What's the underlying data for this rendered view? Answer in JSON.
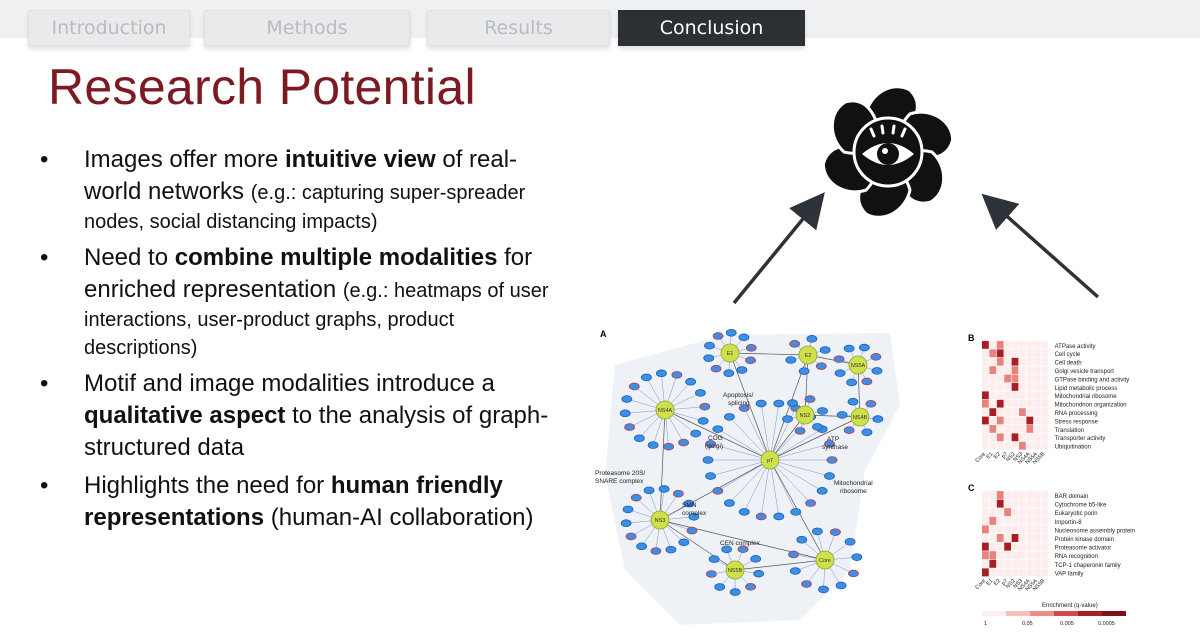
{
  "tabs": [
    {
      "label": "Introduction",
      "active": false
    },
    {
      "label": "Methods",
      "active": false
    },
    {
      "label": "Results",
      "active": false
    },
    {
      "label": "Conclusion",
      "active": true
    }
  ],
  "title": "Research Potential",
  "bullets": [
    {
      "t1": "Images offer more ",
      "b1": "intuitive view",
      "t2": " of real-world networks ",
      "s1": "(e.g.: capturing super-spreader nodes, social distancing impacts)"
    },
    {
      "t1": "Need to ",
      "b1": "combine multiple modalities",
      "t2": " for enriched representation ",
      "s1": "(e.g.: heatmaps of user interactions, user-product graphs, product descriptions)"
    },
    {
      "t1": "Motif and image modalities introduce a ",
      "b1": "qualitative aspect",
      "t2": " to the analysis of graph-structured data",
      "s1": ""
    },
    {
      "t1": "Highlights the need for ",
      "b1": "human friendly representations",
      "t2": " (human-AI collaboration)",
      "s1": ""
    }
  ],
  "figure": {
    "panel_a": "A",
    "panel_b": "B",
    "panel_c": "C",
    "nodes": {
      "e1": "E1",
      "e2": "E2",
      "ns5a": "NS5A",
      "ns4a": "NS4A",
      "ns2": "NS2",
      "ns4b": "NS4B",
      "p7": "p7",
      "ns3": "NS3",
      "ns5b": "NS5B",
      "core": "Core"
    },
    "clusters": {
      "apoptosis": [
        "Apoptosis/",
        "splicing"
      ],
      "cog": [
        "COG",
        "(golgi)"
      ],
      "atp": [
        "ATP",
        "synthase"
      ],
      "proteasome": [
        "Proteasome 20S/",
        "SNARE complex"
      ],
      "smn": [
        "SMN",
        "complex"
      ],
      "mito": [
        "Mitochondrial",
        "ribosome"
      ],
      "cen": "CEN complex"
    },
    "b_terms": [
      "ATPase activity",
      "Cell cycle",
      "Cell death",
      "Golgi vesicle transport",
      "GTPase binding and activity",
      "Lipid metabolic process",
      "Mitochondrial ribosome",
      "Mitochondrion organization",
      "RNA processing",
      "Stress response",
      "Translation",
      "Transporter activity",
      "Ubiquitination"
    ],
    "c_terms": [
      "BAR domain",
      "Cytochrome b5-like",
      "Eukaryotic porin",
      "Importin-8",
      "Nucleosome assembly protein",
      "Protein kinase domain",
      "Proteasome activator",
      "RNA recognition",
      "TCP-1 chaperonin family",
      "VAP family"
    ],
    "col_labels": [
      "Core",
      "E1",
      "E2",
      "p7",
      "NS2",
      "NS3",
      "NS4A",
      "NS5A",
      "NS5B"
    ],
    "b_cells": [
      [
        1,
        0,
        1,
        0,
        0,
        0,
        0,
        0,
        0
      ],
      [
        0,
        1,
        1,
        0,
        0,
        0,
        0,
        0,
        0
      ],
      [
        0,
        0,
        1,
        0,
        1,
        0,
        0,
        0,
        0
      ],
      [
        0,
        1,
        0,
        0,
        1,
        0,
        0,
        0,
        0
      ],
      [
        0,
        0,
        0,
        1,
        1,
        0,
        0,
        0,
        0
      ],
      [
        0,
        0,
        0,
        0,
        1,
        0,
        0,
        0,
        0
      ],
      [
        1,
        0,
        0,
        0,
        0,
        0,
        0,
        0,
        0
      ],
      [
        1,
        0,
        1,
        0,
        0,
        0,
        0,
        0,
        0
      ],
      [
        0,
        1,
        0,
        0,
        0,
        1,
        0,
        0,
        0
      ],
      [
        1,
        0,
        1,
        0,
        0,
        0,
        1,
        0,
        0
      ],
      [
        0,
        1,
        0,
        0,
        0,
        0,
        1,
        0,
        0
      ],
      [
        0,
        0,
        1,
        0,
        1,
        0,
        0,
        0,
        0
      ],
      [
        0,
        0,
        0,
        0,
        0,
        1,
        0,
        0,
        0
      ]
    ],
    "c_cells": [
      [
        0,
        0,
        1,
        0,
        0,
        0,
        0,
        0,
        0
      ],
      [
        0,
        0,
        1,
        0,
        0,
        0,
        0,
        0,
        0
      ],
      [
        0,
        0,
        0,
        1,
        0,
        0,
        0,
        0,
        0
      ],
      [
        0,
        1,
        0,
        0,
        0,
        0,
        0,
        0,
        0
      ],
      [
        1,
        0,
        0,
        0,
        0,
        0,
        0,
        0,
        0
      ],
      [
        0,
        0,
        1,
        0,
        1,
        0,
        0,
        0,
        0
      ],
      [
        1,
        0,
        0,
        1,
        0,
        0,
        0,
        0,
        0
      ],
      [
        1,
        1,
        0,
        0,
        0,
        0,
        0,
        0,
        0
      ],
      [
        0,
        1,
        0,
        0,
        0,
        0,
        0,
        0,
        0
      ],
      [
        1,
        0,
        0,
        0,
        0,
        0,
        0,
        0,
        0
      ]
    ],
    "legend_title": "Enrichment (q-value)",
    "legend_ticks": [
      "1",
      "0.05",
      "0.005",
      "0.0005"
    ],
    "colors": {
      "high": "#a81e24",
      "mid": "#e8837c",
      "low": "#fbe3e1",
      "node": "#cfe04a",
      "leaf": "#3d8fe6"
    }
  }
}
